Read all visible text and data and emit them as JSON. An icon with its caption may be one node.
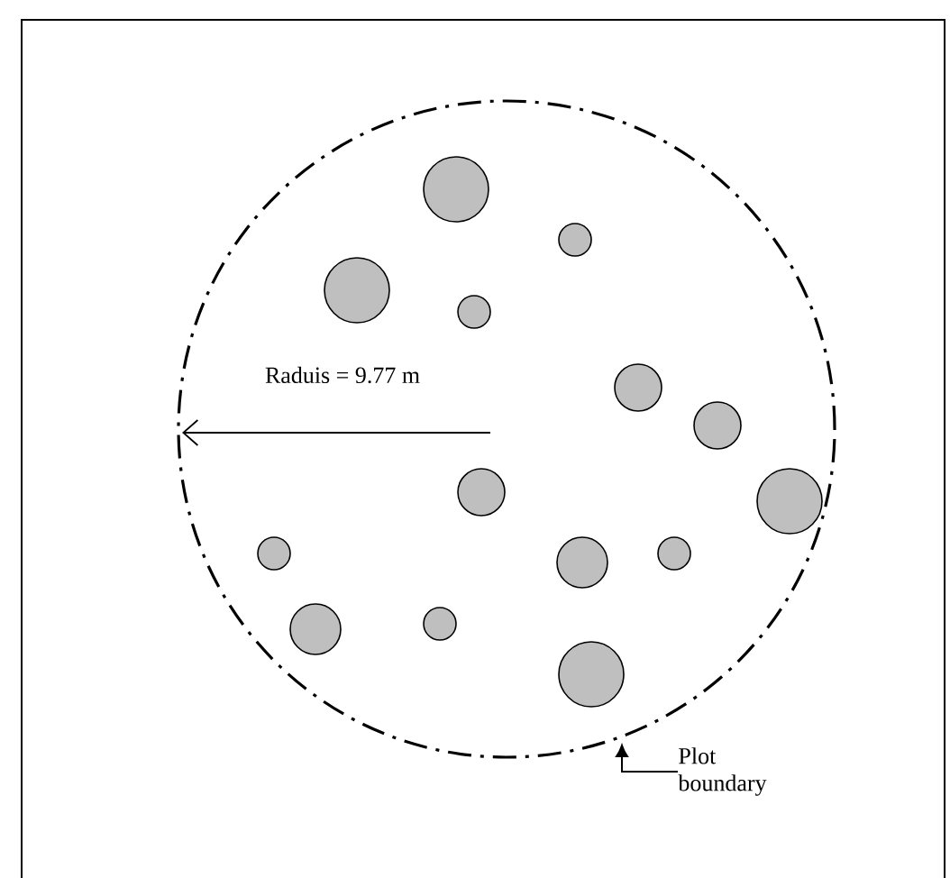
{
  "diagram": {
    "nodes": [
      {
        "text": [],
        "shape": "circle"
      },
      {
        "text": [
          "Plot boundary"
        ]
      }
    ],
    "edges": [
      {
        "from": 1,
        "to": 0,
        "arrow": "to"
      }
    ],
    "labels": [
      "Raduis = 9.77 m"
    ]
  }
}
